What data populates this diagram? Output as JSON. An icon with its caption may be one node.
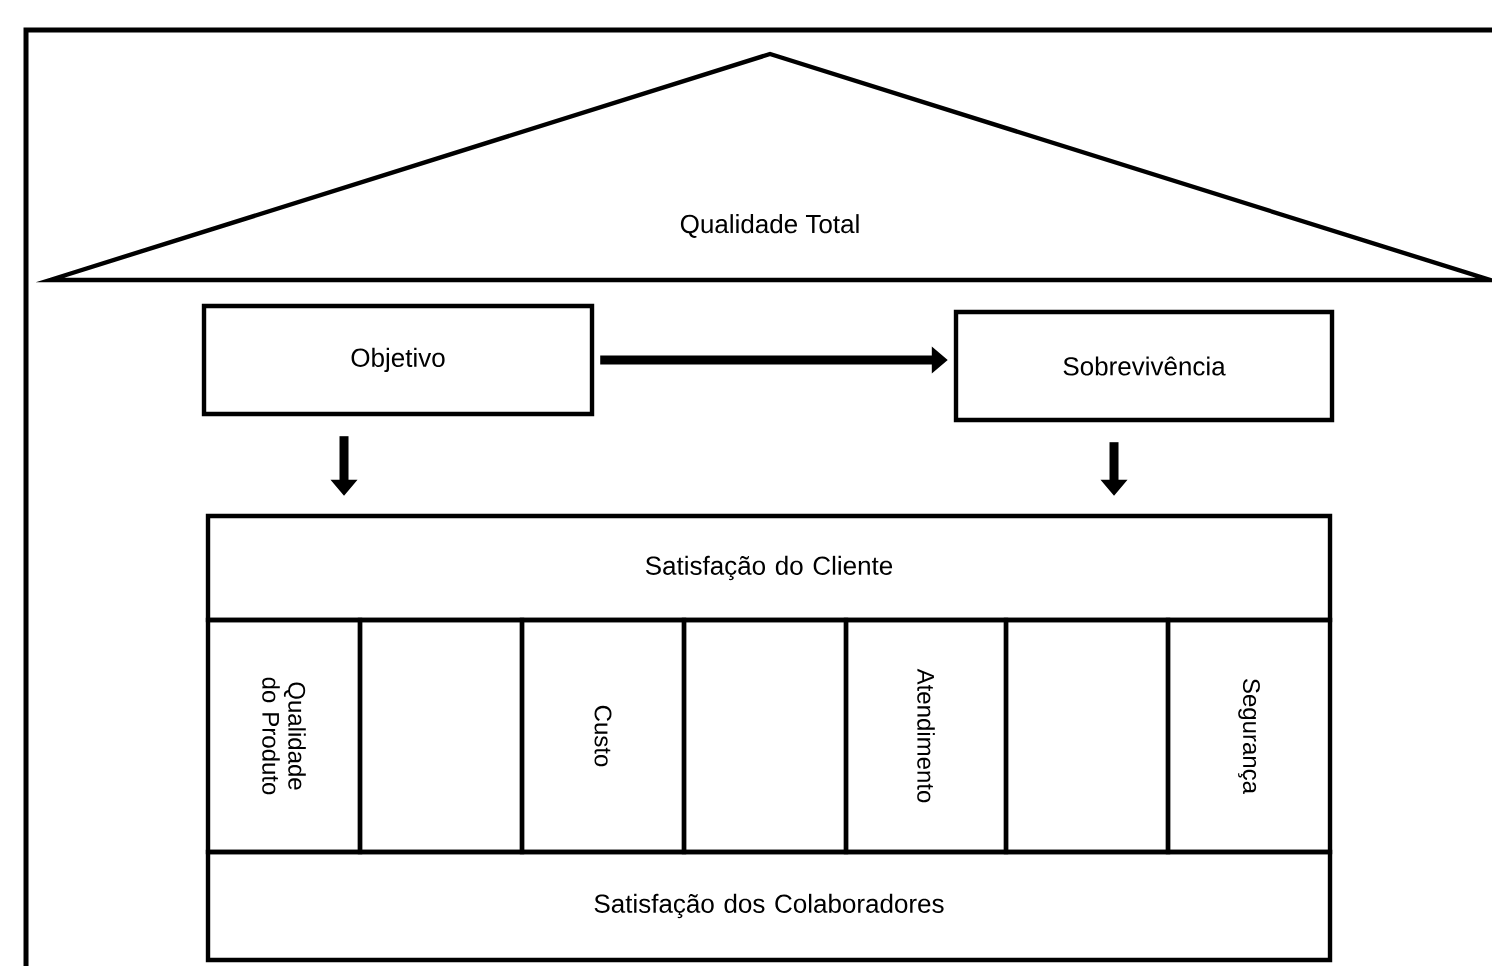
{
  "diagram": {
    "nodes": [
      {
        "text": [
          "Qualidade Total"
        ]
      },
      {
        "text": [
          "Objetivo"
        ]
      },
      {
        "text": [
          "Sobrevivência"
        ]
      },
      {
        "text": [
          "Satisfação do Cliente"
        ]
      },
      {
        "text": [
          "Qualidade do Produto"
        ]
      },
      {
        "text": [],
        "shape": "box"
      },
      {
        "text": [
          "Custo"
        ]
      },
      {
        "text": [],
        "shape": "box"
      },
      {
        "text": [
          "Atendimento"
        ]
      },
      {
        "text": [],
        "shape": "box"
      },
      {
        "text": [
          "Segurança"
        ]
      },
      {
        "text": [
          "Satisfação dos Colaboradores"
        ]
      }
    ],
    "edges": [
      {
        "from": 1,
        "to": 2,
        "arrow": "to"
      },
      {
        "from": 1,
        "to": 3,
        "arrow": "to"
      },
      {
        "from": 2,
        "to": 3,
        "arrow": "to"
      }
    ]
  }
}
